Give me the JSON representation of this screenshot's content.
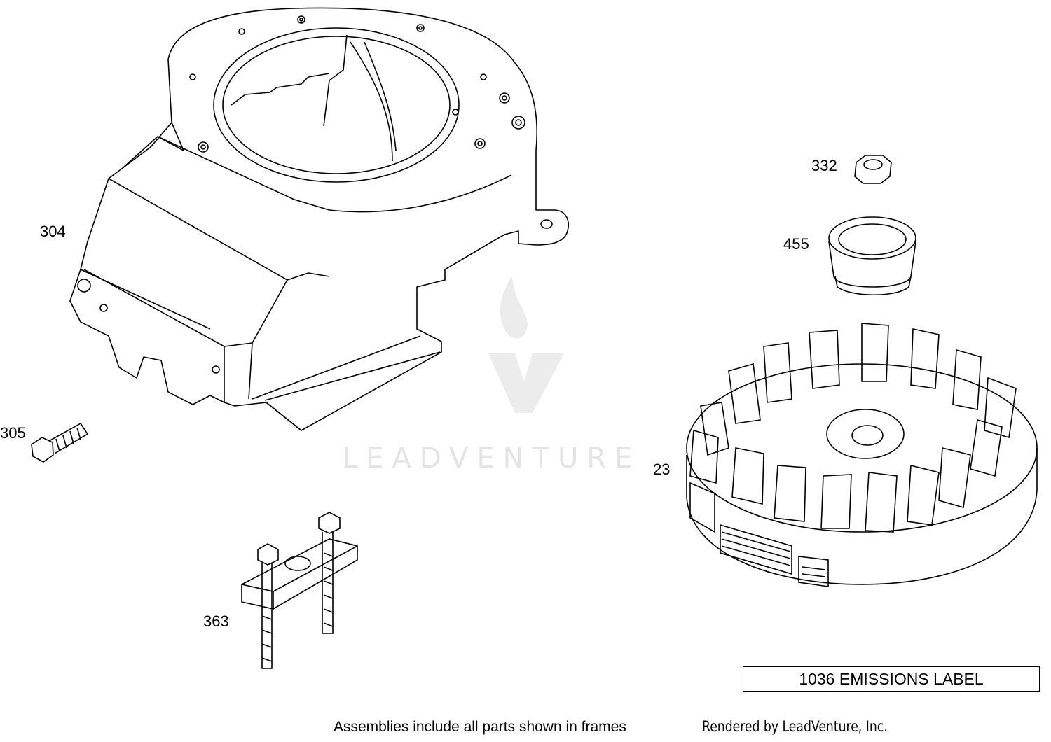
{
  "diagram": {
    "callouts": {
      "shroud": "304",
      "bolt": "305",
      "flywheel_puller": "363",
      "nut": "332",
      "clutch_cup": "455",
      "flywheel": "23"
    },
    "emissions_label": "1036 EMISSIONS LABEL",
    "footer_note": "Assemblies include all parts shown in frames",
    "rendered_by": "Rendered by LeadVenture, Inc.",
    "watermark": "LEADVENTURE"
  },
  "colors": {
    "line": "#000000",
    "watermark": "#e4e4e4",
    "background": "#ffffff"
  }
}
